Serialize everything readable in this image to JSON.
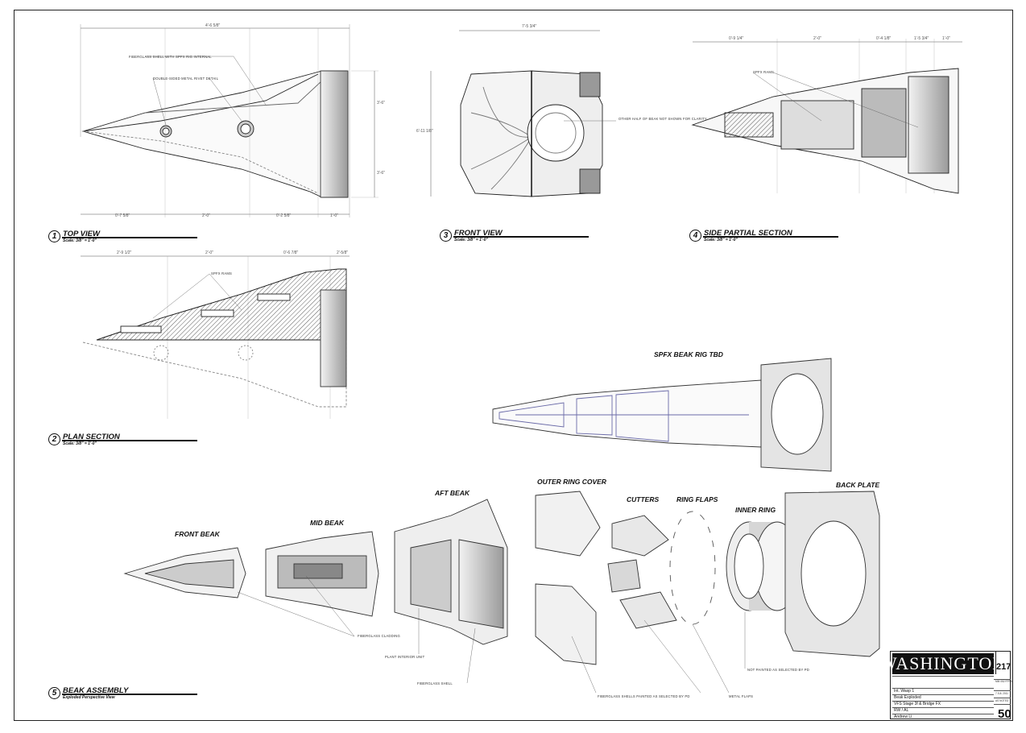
{
  "views": [
    {
      "num": "1",
      "name": "TOP VIEW",
      "scale": "Scale: 3/8\" = 1'-0\""
    },
    {
      "num": "2",
      "name": "PLAN SECTION",
      "scale": "Scale: 3/8\" = 1'-0\""
    },
    {
      "num": "3",
      "name": "FRONT VIEW",
      "scale": "Scale: 3/8\" = 1'-0\""
    },
    {
      "num": "4",
      "name": "SIDE PARTIAL SECTION",
      "scale": "Scale: 3/8\" = 1'-0\""
    },
    {
      "num": "5",
      "name": "BEAK ASSEMBLY",
      "scale": "Exploded Perspective View"
    }
  ],
  "rig_title": "SPFX BEAK RIG TBD",
  "parts": {
    "front_beak": "FRONT BEAK",
    "mid_beak": "MID BEAK",
    "aft_beak": "AFT BEAK",
    "outer_ring_cover": "OUTER RING COVER",
    "cutters": "CUTTERS",
    "ring_flaps": "RING FLAPS",
    "inner_ring": "INNER RING",
    "back_plate": "BACK PLATE"
  },
  "notes": {
    "fiberglass_shell_spfx": "FIBERGLASS SHELL WITH SPFX RIG INTERNAL",
    "double_sided_detail": "DOUBLE-SIDED METAL RIVET DETAIL",
    "other_half_removed": "OTHER HALF OF BEAK NOT SHOWN FOR CLARITY",
    "spfx_rams": "SPFX RAMS",
    "spfx_rams_2": "SPFX RAMS",
    "fiberglass_cladding": "FIBERGLASS CLADDING",
    "plant_interior": "PLANT INTERIOR UNIT",
    "fiberglass_shell": "FIBERGLASS SHELL",
    "fiberglass_shells_painted": "FIBERGLASS SHELLS PAINTED AS SELECTED BY PD",
    "metal_flaps": "METAL FLAPS",
    "not_painted": "NOT PAINTED AS SELECTED BY PD"
  },
  "dims": {
    "top_overall": "4'-6 5/8\"",
    "top_a": "0'-7 5/8\"",
    "top_b": "2'-0\"",
    "top_c": "0'-2 5/8\"",
    "top_d": "1'-0\"",
    "top_h1": "3'-6\"",
    "top_h2": "3'-6\"",
    "front_w": "7'-5 3/4\"",
    "front_h": "6'-11 1/8\"",
    "side_a": "0'-9 1/4\"",
    "side_b": "2'-0\"",
    "side_c": "0'-4 1/8\"",
    "side_d": "1'-5 3/4\"",
    "side_e": "1'-0\"",
    "plan_a": "2'-9 1/2\"",
    "plan_b": "2'-0\"",
    "plan_c": "0'-6 7/8\"",
    "plan_d": "2'-5/8\""
  },
  "title_block": {
    "logo": "WASHINGTON",
    "sheet_no": "217",
    "scene": "Int. Wasp 1",
    "title": "Beak Exploded",
    "set": "VFS Stage 3f & Bridge FX",
    "drawn": "RW / AL",
    "artist": "Andrew Li",
    "date": "7 JUL 2011",
    "code": "MM 052 FPPB",
    "scale_code": "AS NOTED",
    "page": "50"
  }
}
